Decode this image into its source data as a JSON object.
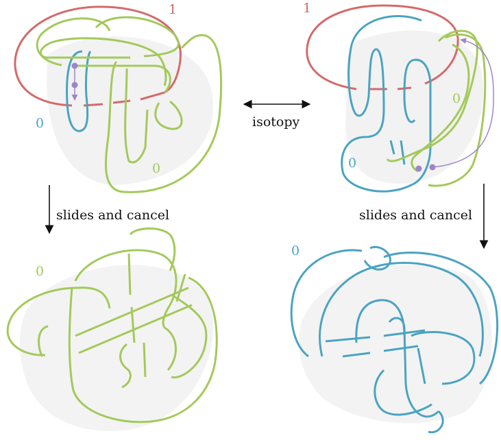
{
  "colors": {
    "red": "#d46a6a",
    "blue": "#4aa3c2",
    "green": "#a3c95a",
    "purple": "#9b86c8",
    "arrow": "#111111",
    "shade": "#f1f1f1"
  },
  "panels": {
    "top_left": {
      "label_one": "1",
      "label_zero_blue": "0",
      "label_zero_green": "0"
    },
    "top_right": {
      "label_one": "1",
      "label_zero_blue": "0",
      "label_zero_green": "0"
    },
    "bottom_left": {
      "label_zero": "0"
    },
    "bottom_right": {
      "label_zero": "0"
    }
  },
  "arrows": {
    "isotopy": "isotopy",
    "left": "slides and cancel",
    "right": "slides and cancel"
  }
}
